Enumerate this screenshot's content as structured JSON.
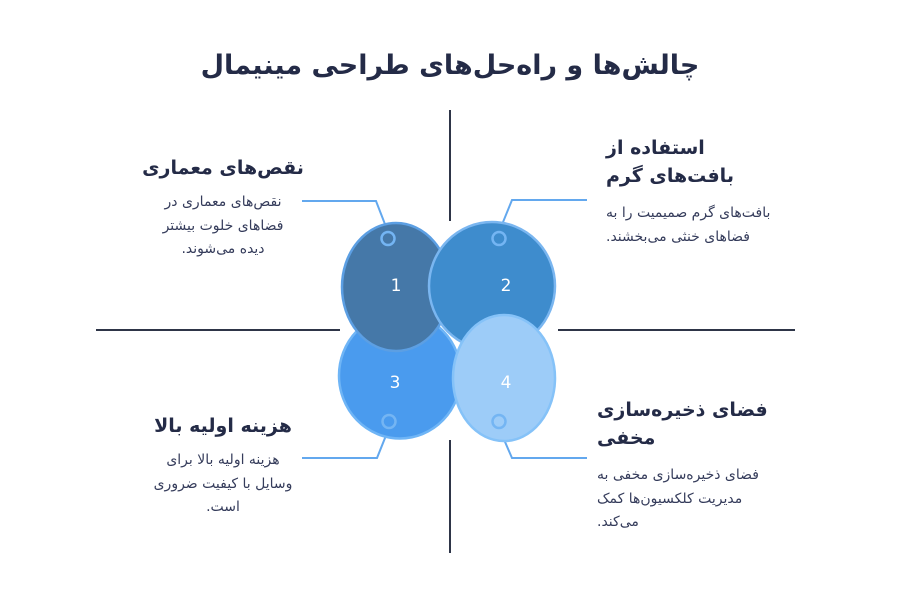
{
  "title": "چالش‌ها و راه‌حل‌های طراحی مینیمال",
  "items": [
    {
      "number": "1",
      "heading": "نقص‌های معماری",
      "description": "نقص‌های معماری در فضاهای خلوت بیشتر دیده می‌شوند.",
      "fill": "#4578A8",
      "stroke": "#5C9FE3"
    },
    {
      "number": "2",
      "heading": "استفاده از بافت‌های گرم",
      "description": "بافت‌های گرم صمیمیت را به فضاهای خنثی می‌بخشند.",
      "fill": "#3E8CCD",
      "stroke": "#7AB6F0"
    },
    {
      "number": "3",
      "heading": "هزینه اولیه بالا",
      "description": "هزینه اولیه بالا برای وسایل با کیفیت ضروری است.",
      "fill": "#4A9BEE",
      "stroke": "#6FB5F6"
    },
    {
      "number": "4",
      "heading": "فضای ذخیره‌سازی مخفی",
      "description": "فضای ذخیره‌سازی مخفی به مدیریت کلکسیون‌ها کمک می‌کند.",
      "fill": "#9DCCF8",
      "stroke": "#85C2F8"
    }
  ],
  "colors": {
    "background": "#FFFFFF",
    "title_text": "#242B47",
    "heading_text": "#242B47",
    "body_text": "#353C5B",
    "divider": "#2E3548",
    "connector": "#63A8EE",
    "ring": "#74B5F3",
    "number_text": "#FFFFFF"
  }
}
